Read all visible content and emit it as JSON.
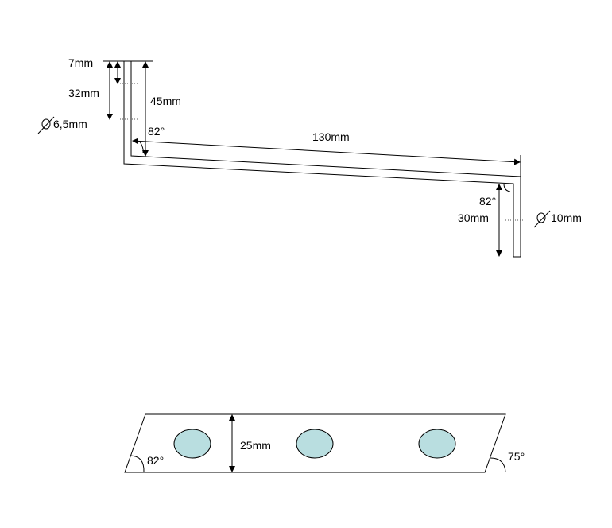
{
  "top_view": {
    "dim_7": "7mm",
    "dim_32": "32mm",
    "dim_45": "45mm",
    "hole_small": "6,5mm",
    "angle_left": "82°",
    "dim_130": "130mm",
    "angle_right": "82°",
    "dim_30": "30mm",
    "hole_large": "10mm"
  },
  "strip_view": {
    "width": "25mm",
    "angle_left": "82°",
    "angle_right": "75°",
    "hole_fill": "#b9dee0"
  }
}
